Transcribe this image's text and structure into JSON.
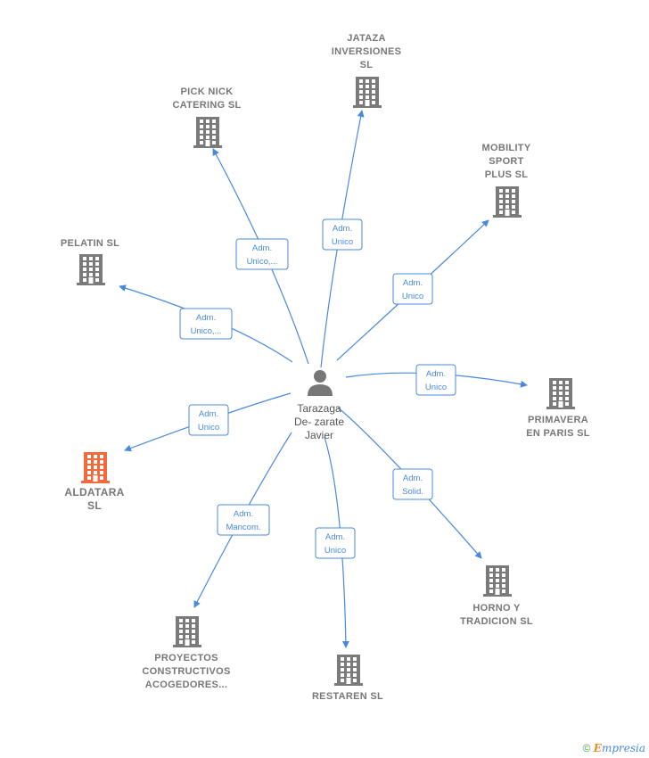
{
  "center": {
    "lines": [
      "Tarazaga",
      "De- zarate",
      "Javier"
    ],
    "icon": "person-icon"
  },
  "nodes": [
    {
      "id": "jataza",
      "lines": [
        "JATAZA",
        "INVERSIONES",
        "SL"
      ],
      "highlight": false
    },
    {
      "id": "picknick",
      "lines": [
        "PICK NICK",
        "CATERING SL"
      ],
      "highlight": false
    },
    {
      "id": "mobility",
      "lines": [
        "MOBILITY",
        "SPORT",
        "PLUS  SL"
      ],
      "highlight": false
    },
    {
      "id": "pelatin",
      "lines": [
        "PELATIN  SL"
      ],
      "highlight": false
    },
    {
      "id": "primavera",
      "lines": [
        "PRIMAVERA",
        "EN PARIS  SL"
      ],
      "highlight": false
    },
    {
      "id": "aldatara",
      "lines": [
        "ALDATARA",
        "SL"
      ],
      "highlight": true
    },
    {
      "id": "horno",
      "lines": [
        "HORNO Y",
        "TRADICION SL"
      ],
      "highlight": false
    },
    {
      "id": "proyectos",
      "lines": [
        "PROYECTOS",
        "CONSTRUCTIVOS",
        "ACOGEDORES..."
      ],
      "highlight": false
    },
    {
      "id": "restaren",
      "lines": [
        "RESTAREN SL"
      ],
      "highlight": false
    }
  ],
  "edges": [
    {
      "to": "jataza",
      "label": [
        "Adm.",
        "Unico"
      ]
    },
    {
      "to": "picknick",
      "label": [
        "Adm.",
        "Unico,..."
      ]
    },
    {
      "to": "mobility",
      "label": [
        "Adm.",
        "Unico"
      ]
    },
    {
      "to": "pelatin",
      "label": [
        "Adm.",
        "Unico,..."
      ]
    },
    {
      "to": "primavera",
      "label": [
        "Adm.",
        "Unico"
      ]
    },
    {
      "to": "aldatara",
      "label": [
        "Adm.",
        "Unico"
      ]
    },
    {
      "to": "horno",
      "label": [
        "Adm.",
        "Solid."
      ]
    },
    {
      "to": "proyectos",
      "label": [
        "Adm.",
        "Mancom."
      ]
    },
    {
      "to": "restaren",
      "label": [
        "Adm.",
        "Unico"
      ]
    }
  ],
  "colors": {
    "edge": "#4a89dc",
    "building": "#7a7a7a",
    "highlight": "#f06a3b"
  },
  "footer": {
    "copyright": "©",
    "brand_initial": "E",
    "brand_rest": "mpresia"
  }
}
